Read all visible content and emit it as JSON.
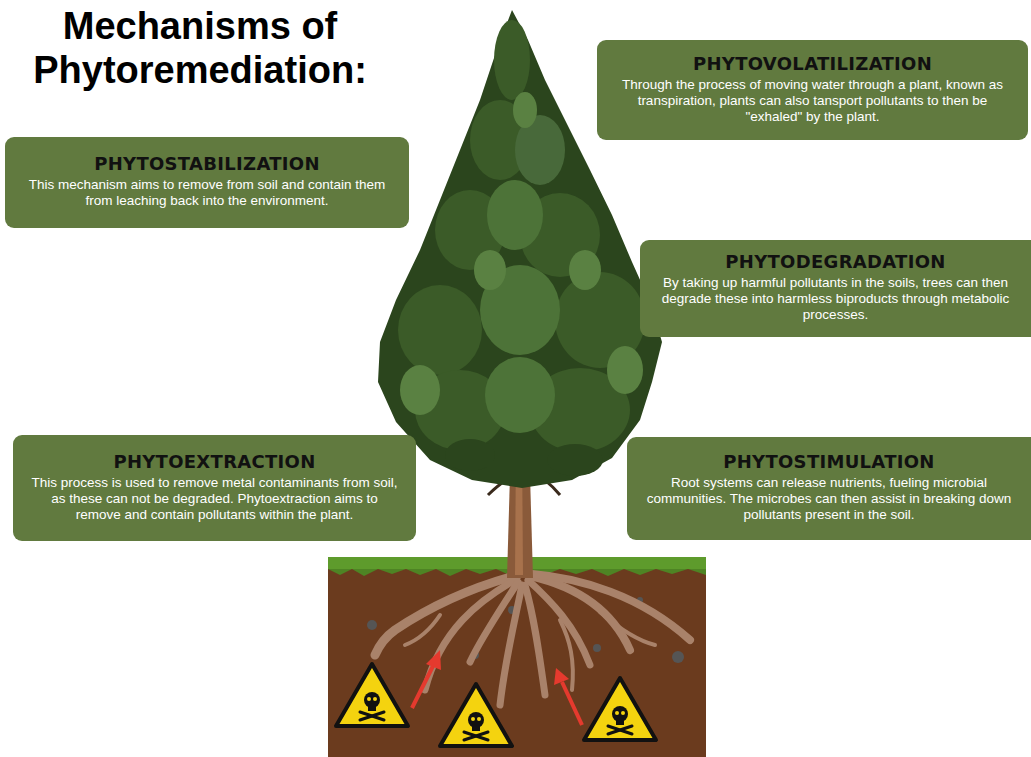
{
  "diagram": {
    "title": "Mechanisms of Phytoremediation:",
    "nodes": [
      {
        "text": [
          "PHYTOVOLATILIZATION",
          "Through the process of moving water through a plant, known as transpiration, plants can also tansport pollutants to then be \"exhaled\" by the plant."
        ]
      },
      {
        "text": [
          "PHYTOSTABILIZATION",
          "This mechanism aims to remove from soil and contain them from leaching back into the environment."
        ]
      },
      {
        "text": [
          "PHYTODEGRADATION",
          "By taking up harmful pollutants in the soils, trees can then degrade these into harmless biproducts through metabolic processes."
        ]
      },
      {
        "text": [
          "PHYTOEXTRACTION",
          "This process is used to remove metal contaminants from soil, as these can not be degraded. Phytoextraction aims to remove and contain pollutants within the plant."
        ]
      },
      {
        "text": [
          "PHYTOSTIMULATION",
          "Root systems can release nutrients, fueling microbial communities. The microbes can then assist in breaking down pollutants present in the soil."
        ]
      }
    ]
  }
}
